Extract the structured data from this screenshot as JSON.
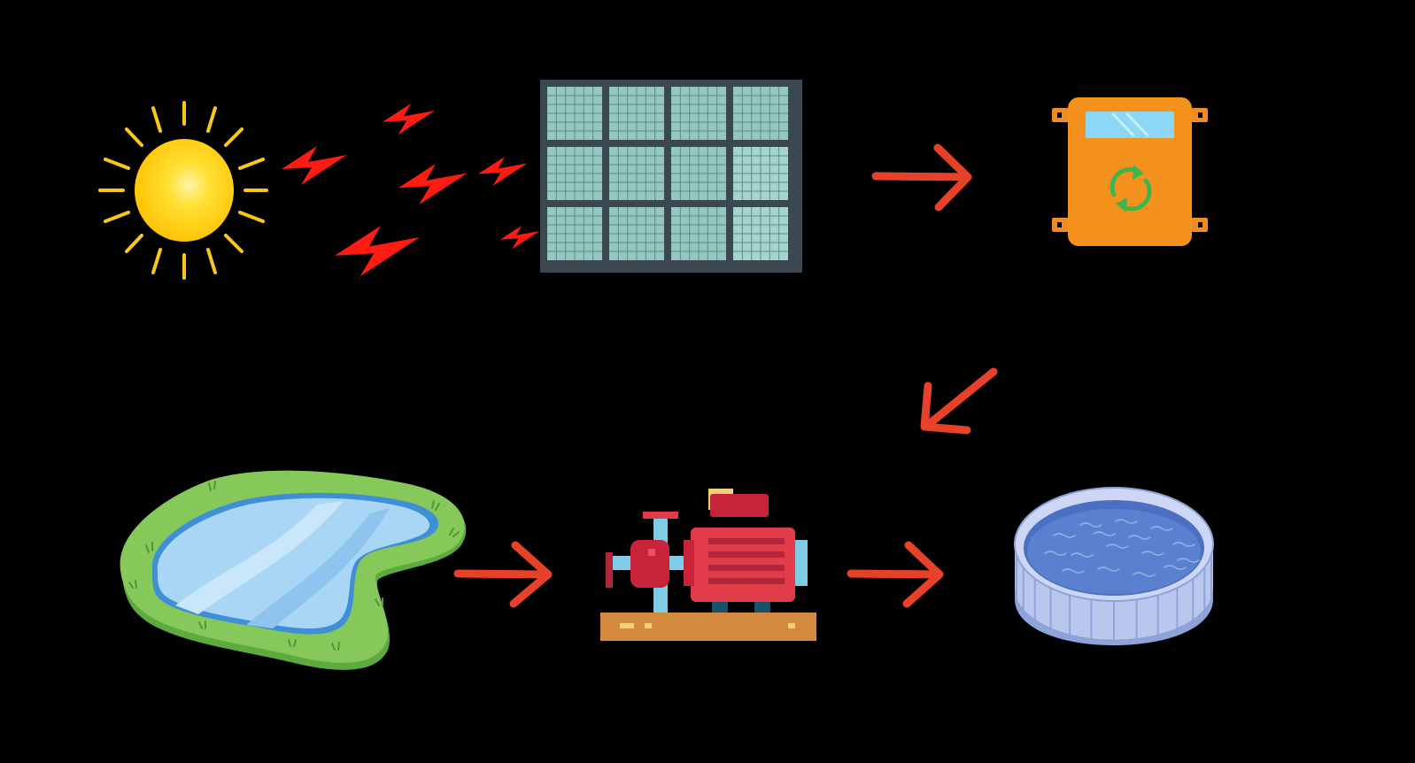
{
  "diagram": {
    "type": "solar water pumping flow",
    "background_color": "#000000",
    "arrow_color": "#E8412A",
    "nodes": [
      {
        "id": "sun",
        "icon": "sun-icon"
      },
      {
        "id": "sunlight-rays",
        "icon": "lightning-bolt-icon"
      },
      {
        "id": "solar-panel",
        "icon": "solar-panel-icon"
      },
      {
        "id": "controller",
        "icon": "inverter-controller-icon"
      },
      {
        "id": "pond",
        "icon": "pond-icon"
      },
      {
        "id": "pump",
        "icon": "water-pump-icon"
      },
      {
        "id": "tank",
        "icon": "water-tank-icon"
      }
    ],
    "edges": [
      {
        "from": "solar-panel",
        "to": "controller"
      },
      {
        "from": "controller",
        "to": "pump"
      },
      {
        "from": "pond",
        "to": "pump"
      },
      {
        "from": "pump",
        "to": "tank"
      }
    ]
  }
}
